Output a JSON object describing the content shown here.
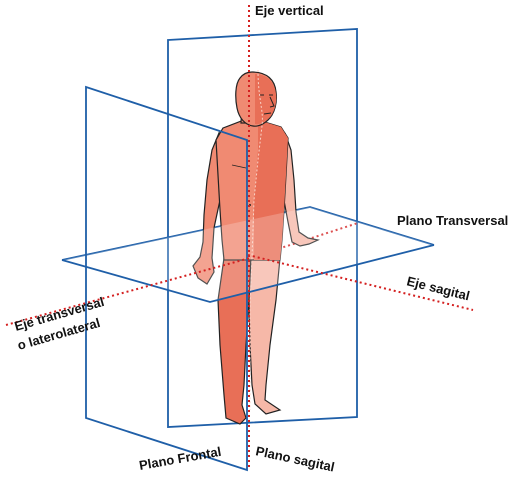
{
  "labels": {
    "vertical_axis": "Eje vertical",
    "transverse_plane": "Plano Transversal",
    "sagittal_axis": "Eje sagital",
    "transverse_axis_line1": "Eje transversal",
    "transverse_axis_line2": "o laterolateral",
    "frontal_plane": "Plano Frontal",
    "sagittal_plane": "Plano sagital"
  },
  "colors": {
    "plane_line": "#1f5fa8",
    "axis_dotted": "#d42020",
    "body_fill": "#f08a72",
    "body_shade": "#e86f57",
    "body_light": "#f6b8a8",
    "body_outline": "#222222",
    "label_text": "#111111"
  }
}
